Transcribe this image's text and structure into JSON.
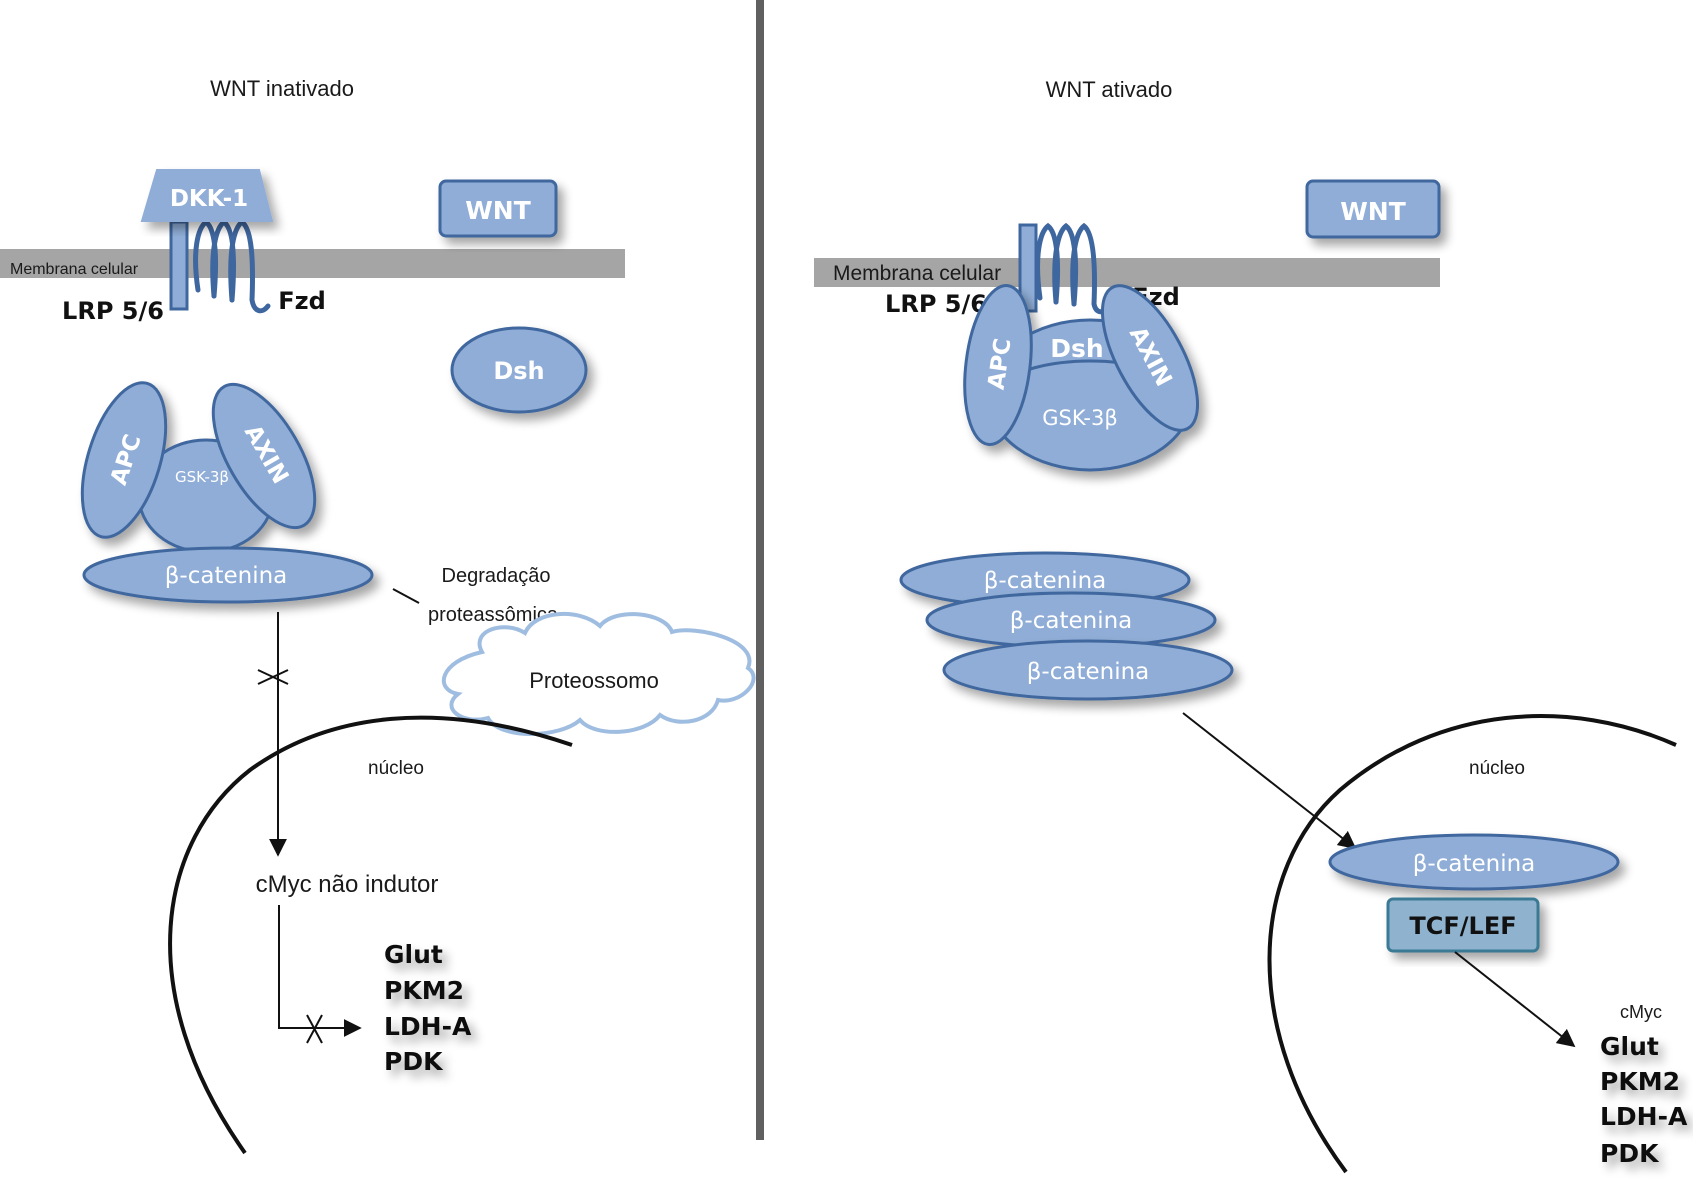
{
  "colors": {
    "shape_fill": "#8fadd6",
    "shape_stroke": "#3f679f",
    "membrane": "#a5a5a5",
    "divider": "#606060",
    "cloud_stroke": "#9fbde0",
    "tcf_fill": "#8fb3cf",
    "tcf_stroke": "#3a7a94"
  },
  "left": {
    "title": "WNT inativado",
    "membrane_label": "Membrana celular",
    "dkk1": "DKK-1",
    "wnt": "WNT",
    "lrp": "LRP 5/6",
    "fzd": "Fzd",
    "dsh": "Dsh",
    "apc": "APC",
    "axin": "AXIN",
    "gsk": "GSK-3β",
    "beta_catenin": "β-catenina",
    "degradation_line1": "Degradação",
    "degradation_line2": "proteassômica",
    "proteasome": "Proteossomo",
    "nucleus": "núcleo",
    "cmyc": "cMyc não indutor",
    "genes": [
      "Glut",
      "PKM2",
      "LDH-A",
      "PDK"
    ]
  },
  "right": {
    "title": "WNT ativado",
    "membrane_label": "Membrana celular",
    "wnt": "WNT",
    "lrp": "LRP 5/6",
    "fzd": "Fzd",
    "dsh": "Dsh",
    "apc": "APC",
    "axin": "AXIN",
    "gsk": "GSK-3β",
    "beta_catenin_stack": [
      "β-catenina",
      "β-catenina",
      "β-catenina"
    ],
    "nucleus": "núcleo",
    "beta_catenin_nuclear": "β-catenina",
    "tcf": "TCF/LEF",
    "cmyc": "cMyc",
    "genes": [
      "Glut",
      "PKM2",
      "LDH-A",
      "PDK"
    ]
  }
}
